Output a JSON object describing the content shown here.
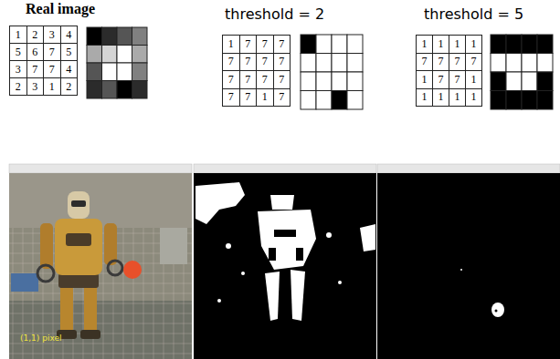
{
  "diagram": {
    "labels": [
      "Real image",
      "1",
      "2",
      "3",
      "4",
      "5",
      "6",
      "7",
      "5",
      "3",
      "7",
      "7",
      "4",
      "2",
      "3",
      "1",
      "2",
      "threshold = 2",
      "1",
      "7",
      "7",
      "7",
      "7",
      "7",
      "7",
      "7",
      "7",
      "7",
      "7",
      "7",
      "7",
      "7",
      "1",
      "7",
      "threshold = 5",
      "1",
      "1",
      "1",
      "1",
      "7",
      "7",
      "7",
      "7",
      "1",
      "7",
      "7",
      "1",
      "1",
      "1",
      "1",
      "1",
      "(1,1) pixel"
    ]
  }
}
